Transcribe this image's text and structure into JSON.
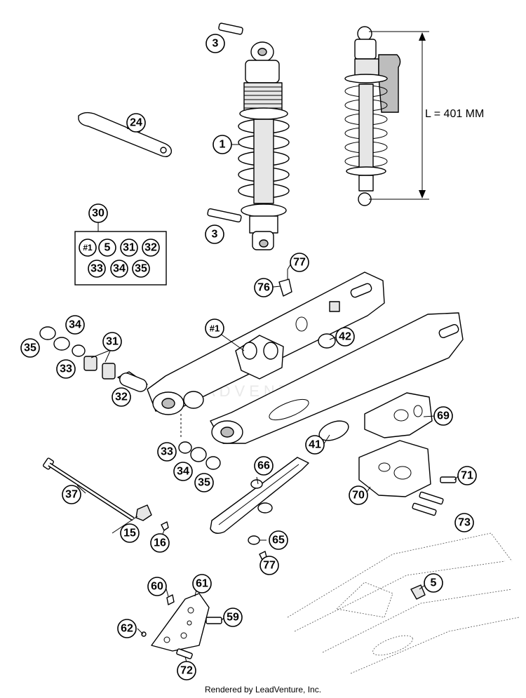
{
  "dimension": {
    "label": "L = 401 MM"
  },
  "watermark": "ADVENTURE",
  "kit": {
    "number": "30",
    "contents": [
      "#1",
      "5",
      "31",
      "32",
      "33",
      "34",
      "35"
    ]
  },
  "callouts": {
    "c3a": "3",
    "c3b": "3",
    "c24": "24",
    "c1": "1",
    "c77a": "77",
    "c76": "76",
    "c1b": "#1",
    "c42": "42",
    "c34a": "34",
    "c31": "31",
    "c35a": "35",
    "c33a": "33",
    "c32": "32",
    "c69": "69",
    "c41": "41",
    "c33b": "33",
    "c34b": "34",
    "c35b": "35",
    "c66": "66",
    "c37": "37",
    "c71": "71",
    "c70": "70",
    "c73": "73",
    "c15": "15",
    "c16": "16",
    "c65": "65",
    "c77b": "77",
    "c5": "5",
    "c60": "60",
    "c61": "61",
    "c59": "59",
    "c62": "62",
    "c72": "72"
  },
  "footer": "Rendered by LeadVenture, Inc."
}
